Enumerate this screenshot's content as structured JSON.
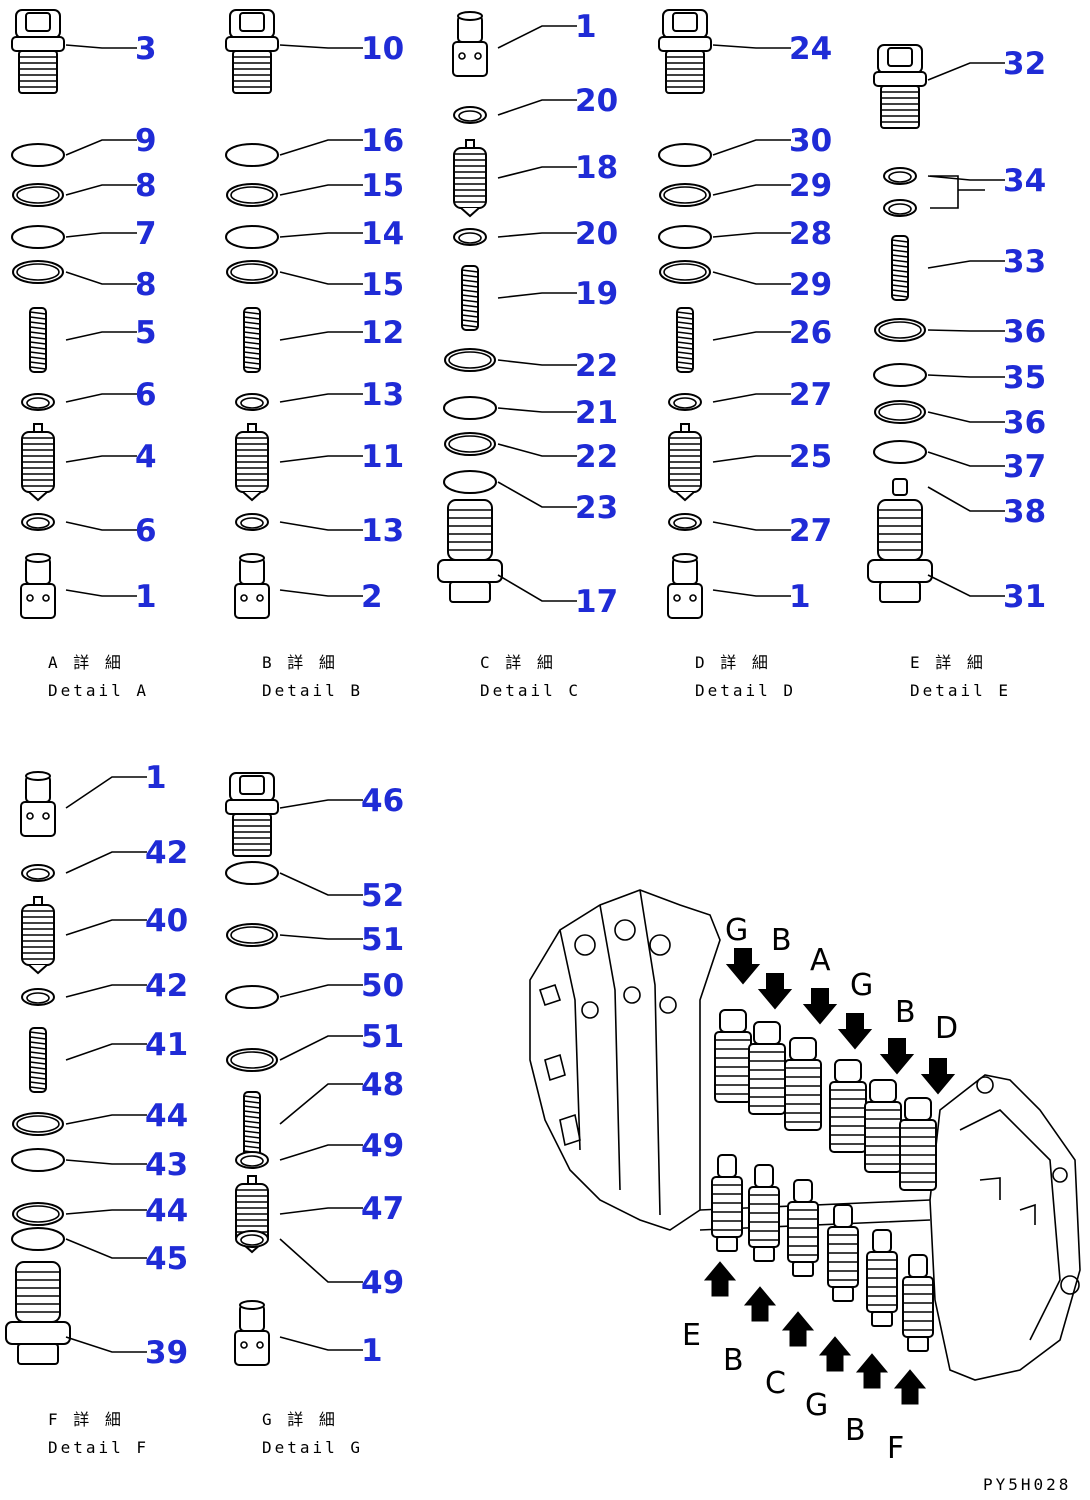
{
  "columns": [
    {
      "id": "A",
      "caption_jp": "A 詳 細",
      "caption_en": "Detail A",
      "parts": [
        {
          "type": "plug",
          "no": "3"
        },
        {
          "type": "oring",
          "no": "9"
        },
        {
          "type": "ring",
          "no": "8"
        },
        {
          "type": "oring",
          "no": "7"
        },
        {
          "type": "ring",
          "no": "8"
        },
        {
          "type": "spring",
          "no": "5"
        },
        {
          "type": "seat",
          "no": "6"
        },
        {
          "type": "valve",
          "no": "4"
        },
        {
          "type": "seat",
          "no": "6"
        },
        {
          "type": "sleeve",
          "no": "1"
        }
      ]
    },
    {
      "id": "B",
      "caption_jp": "B 詳 細",
      "caption_en": "Detail B",
      "parts": [
        {
          "type": "plug",
          "no": "10"
        },
        {
          "type": "oring",
          "no": "16"
        },
        {
          "type": "ring",
          "no": "15"
        },
        {
          "type": "oring",
          "no": "14"
        },
        {
          "type": "ring",
          "no": "15"
        },
        {
          "type": "spring",
          "no": "12"
        },
        {
          "type": "seat",
          "no": "13"
        },
        {
          "type": "valve",
          "no": "11"
        },
        {
          "type": "seat",
          "no": "13"
        },
        {
          "type": "sleeve",
          "no": "2"
        }
      ]
    },
    {
      "id": "C",
      "caption_jp": "C 詳 細",
      "caption_en": "Detail C",
      "parts": [
        {
          "type": "sleeve",
          "no": "1"
        },
        {
          "type": "seat",
          "no": "20"
        },
        {
          "type": "valve",
          "no": "18"
        },
        {
          "type": "seat",
          "no": "20"
        },
        {
          "type": "spring",
          "no": "19"
        },
        {
          "type": "ring",
          "no": "22"
        },
        {
          "type": "oring",
          "no": "21"
        },
        {
          "type": "ring",
          "no": "22"
        },
        {
          "type": "oring",
          "no": "23"
        },
        {
          "type": "body",
          "no": "17"
        }
      ]
    },
    {
      "id": "D",
      "caption_jp": "D 詳 細",
      "caption_en": "Detail D",
      "parts": [
        {
          "type": "plug",
          "no": "24"
        },
        {
          "type": "oring",
          "no": "30"
        },
        {
          "type": "ring",
          "no": "29"
        },
        {
          "type": "oring",
          "no": "28"
        },
        {
          "type": "ring",
          "no": "29"
        },
        {
          "type": "spring",
          "no": "26"
        },
        {
          "type": "seat",
          "no": "27"
        },
        {
          "type": "valve",
          "no": "25"
        },
        {
          "type": "seat",
          "no": "27"
        },
        {
          "type": "sleeve",
          "no": "1"
        }
      ]
    },
    {
      "id": "E",
      "caption_jp": "E 詳 細",
      "caption_en": "Detail E",
      "parts": [
        {
          "type": "plug",
          "no": "32"
        },
        {
          "type": "seat",
          "no": "34"
        },
        {
          "type": "seat",
          "no": ""
        },
        {
          "type": "spring",
          "no": "33"
        },
        {
          "type": "ring",
          "no": "36"
        },
        {
          "type": "oring",
          "no": "35"
        },
        {
          "type": "ring",
          "no": "36"
        },
        {
          "type": "oring",
          "no": "37"
        },
        {
          "type": "pin",
          "no": "38"
        },
        {
          "type": "body",
          "no": "31"
        }
      ]
    },
    {
      "id": "F",
      "caption_jp": "F 詳 細",
      "caption_en": "Detail F",
      "parts": [
        {
          "type": "sleeve",
          "no": "1"
        },
        {
          "type": "seat",
          "no": "42"
        },
        {
          "type": "valve",
          "no": "40"
        },
        {
          "type": "seat",
          "no": "42"
        },
        {
          "type": "spring",
          "no": "41"
        },
        {
          "type": "ring",
          "no": "44"
        },
        {
          "type": "oring",
          "no": "43"
        },
        {
          "type": "ring",
          "no": "44"
        },
        {
          "type": "oring",
          "no": "45"
        },
        {
          "type": "body",
          "no": "39"
        }
      ]
    },
    {
      "id": "G",
      "caption_jp": "G 詳 細",
      "caption_en": "Detail G",
      "parts": [
        {
          "type": "plug",
          "no": "46"
        },
        {
          "type": "oring",
          "no": "52"
        },
        {
          "type": "ring",
          "no": "51"
        },
        {
          "type": "oring",
          "no": "50"
        },
        {
          "type": "ring",
          "no": "51"
        },
        {
          "type": "spring",
          "no": "48"
        },
        {
          "type": "seat",
          "no": "49"
        },
        {
          "type": "valve",
          "no": "47"
        },
        {
          "type": "seat",
          "no": "49"
        },
        {
          "type": "sleeve",
          "no": "1"
        }
      ]
    }
  ],
  "assembly_letters_top": [
    "G",
    "B",
    "A",
    "G",
    "B",
    "D"
  ],
  "assembly_letters_bottom": [
    "E",
    "B",
    "C",
    "G",
    "B",
    "F"
  ],
  "drawing_code": "PY5H028",
  "colors": {
    "callout": "#1f2bd6",
    "line": "#000000",
    "background": "#ffffff"
  }
}
